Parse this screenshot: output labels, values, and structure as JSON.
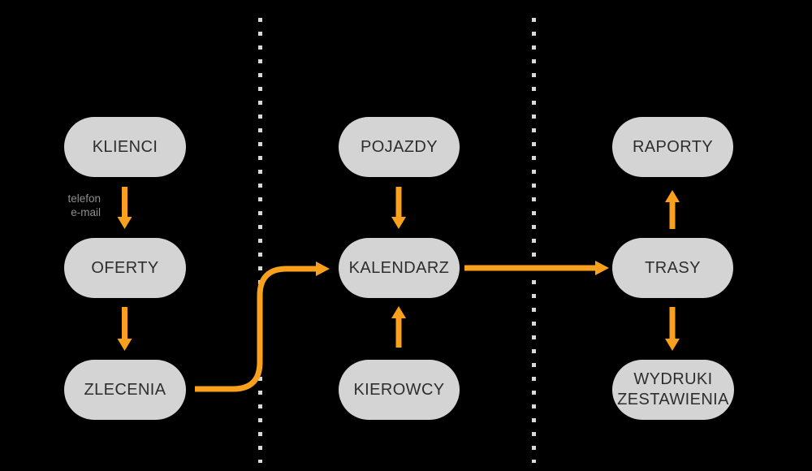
{
  "diagram": {
    "colors": {
      "background": "#000000",
      "node_fill": "#d4d4d4",
      "node_text": "#2e2e2e",
      "arrow": "#f9a11d",
      "divider_dot": "#d9d9d9",
      "edge_label_text": "#8f8f8f"
    },
    "nodes": {
      "klienci": {
        "label": "KLIENCI"
      },
      "oferty": {
        "label": "OFERTY"
      },
      "zlecenia": {
        "label": "ZLECENIA"
      },
      "pojazdy": {
        "label": "POJAZDY"
      },
      "kalendarz": {
        "label": "KALENDARZ"
      },
      "kierowcy": {
        "label": "KIEROWCY"
      },
      "raporty": {
        "label": "RAPORTY"
      },
      "trasy": {
        "label": "TRASY"
      },
      "wydruki": {
        "label": "WYDRUKI\nZESTAWIENIA"
      }
    },
    "edge_label": {
      "text": "telefon\ne-mail"
    },
    "edges": [
      {
        "from": "KLIENCI",
        "to": "OFERTY",
        "label": "telefon e-mail",
        "direction": "down"
      },
      {
        "from": "OFERTY",
        "to": "ZLECENIA",
        "direction": "down"
      },
      {
        "from": "ZLECENIA",
        "to": "KALENDARZ",
        "direction": "s-curve-right"
      },
      {
        "from": "POJAZDY",
        "to": "KALENDARZ",
        "direction": "down"
      },
      {
        "from": "KIEROWCY",
        "to": "KALENDARZ",
        "direction": "up"
      },
      {
        "from": "KALENDARZ",
        "to": "TRASY",
        "direction": "right"
      },
      {
        "from": "TRASY",
        "to": "RAPORTY",
        "direction": "up"
      },
      {
        "from": "TRASY",
        "to": "WYDRUKI ZESTAWIENIA",
        "direction": "down"
      }
    ]
  }
}
